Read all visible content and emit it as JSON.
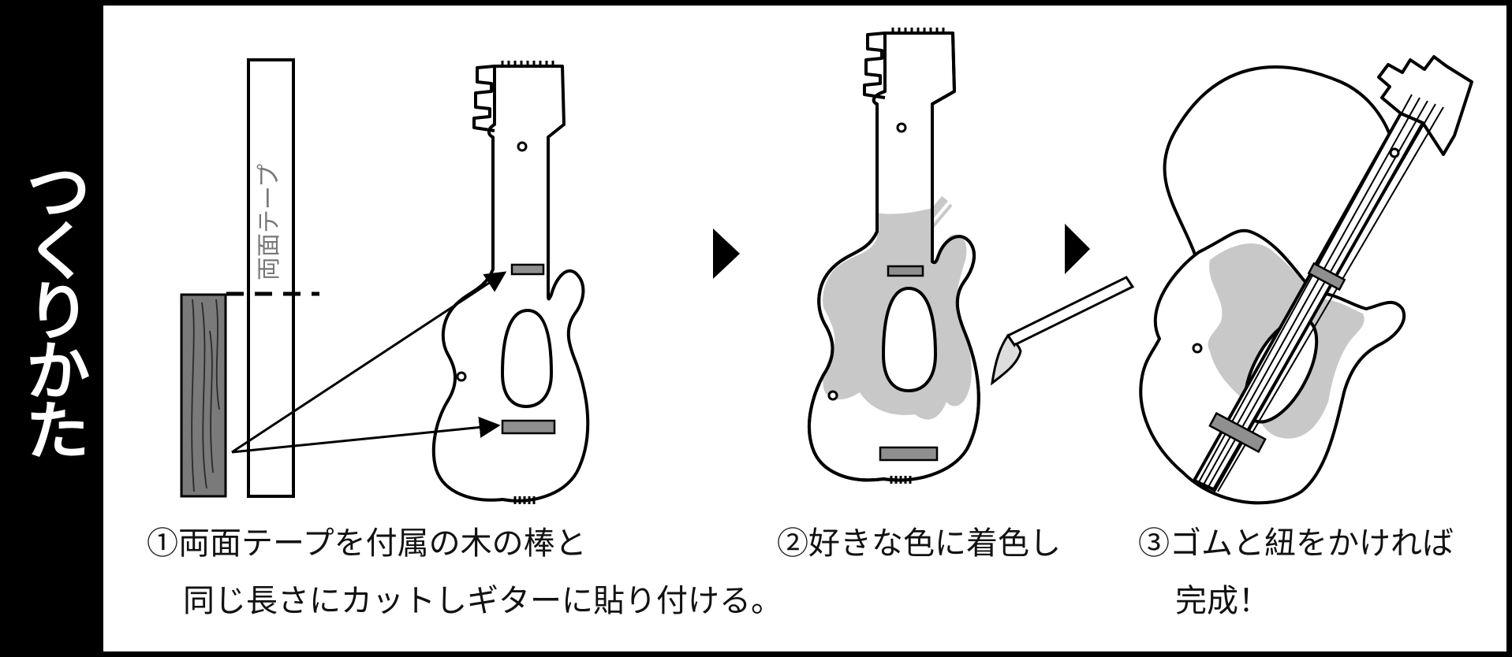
{
  "sidebar": {
    "title": "つくりかた"
  },
  "step1": {
    "tape_label": "両面テープ",
    "line1": "①両面テープを付属の木の棒と",
    "line2": "同じ長さにカットしギターに貼り付ける。"
  },
  "step2": {
    "line1": "②好きな色に着色し"
  },
  "step3": {
    "line1": "③ゴムと紐をかければ",
    "line2": "完成！"
  },
  "colors": {
    "fill_gray": "#c8c8c8",
    "wood": "#7a7a7a",
    "tape_patch": "#8f8f8f",
    "ink": "#000000"
  }
}
